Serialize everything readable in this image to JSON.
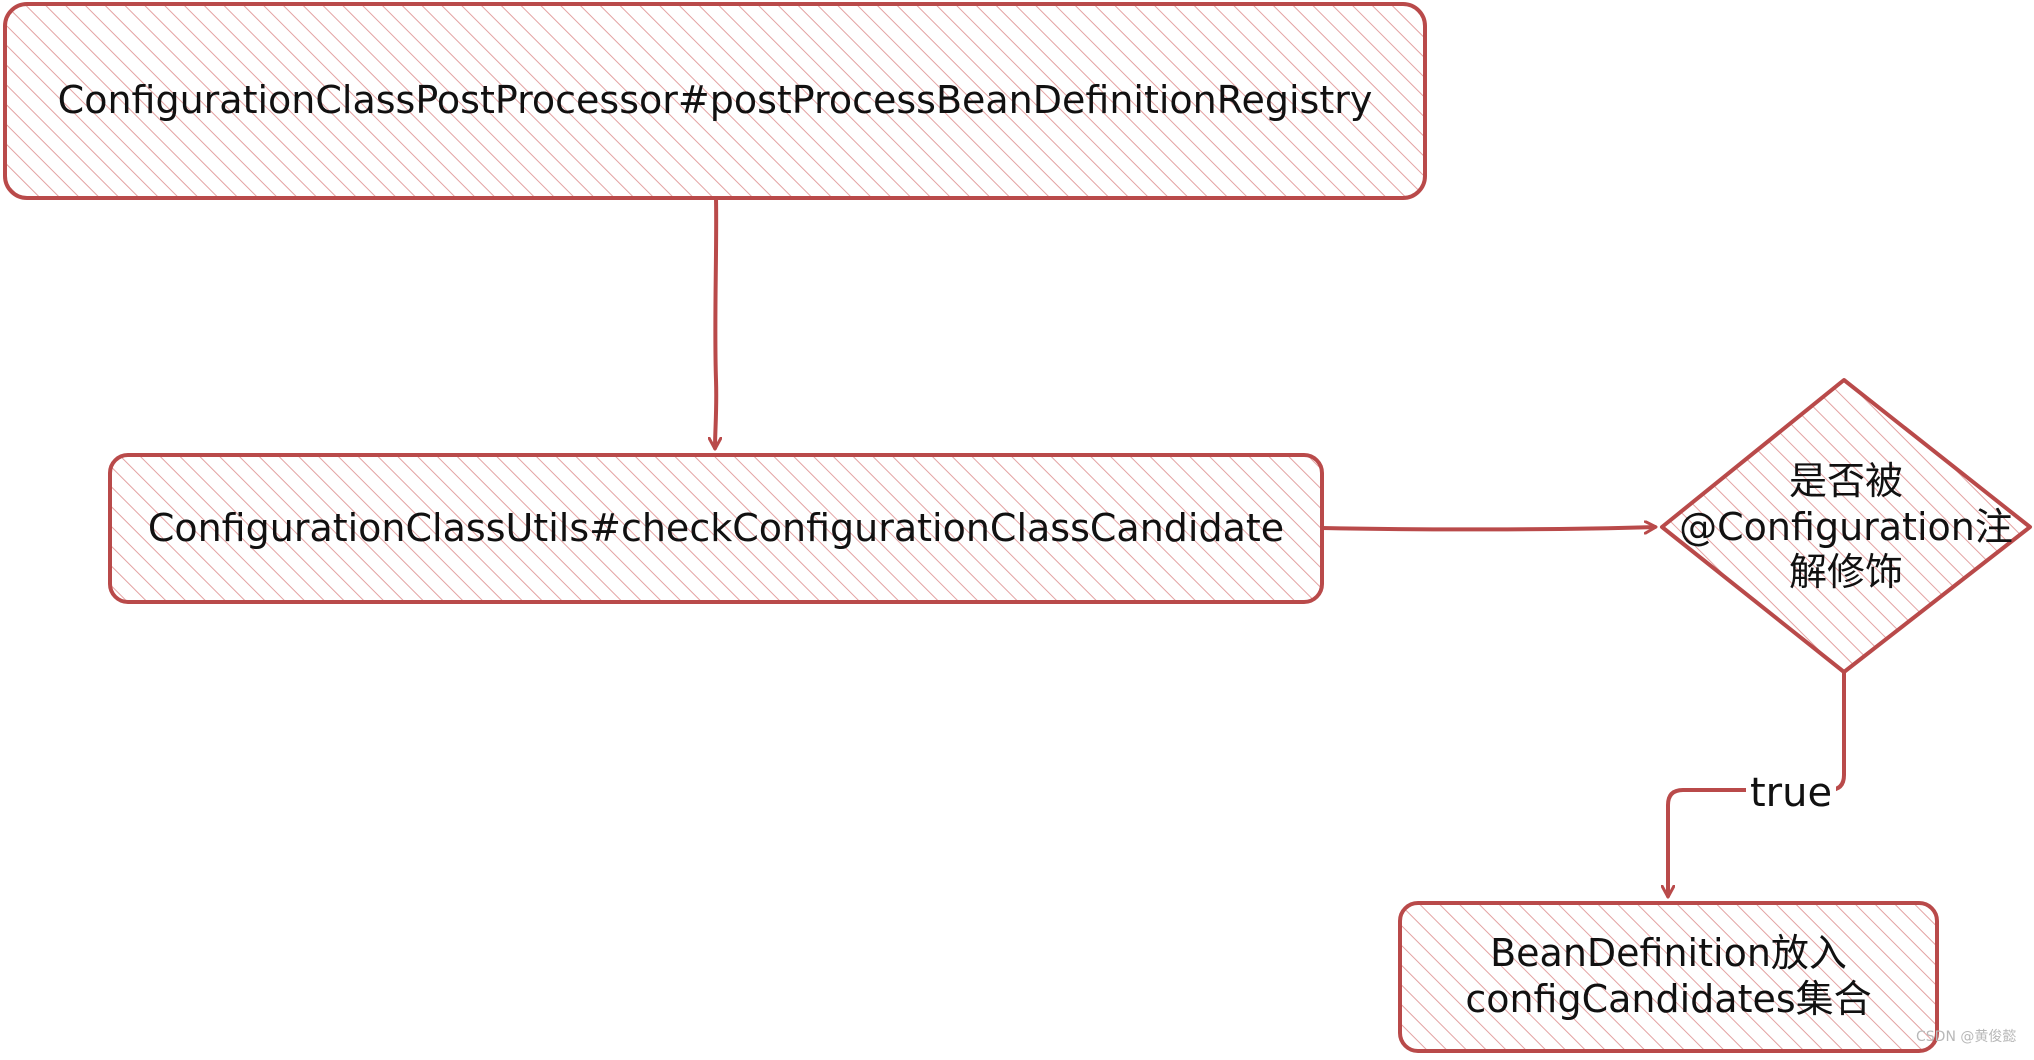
{
  "colors": {
    "stroke": "#b94a4a",
    "hatch": "#e3a2a2",
    "text": "#111111",
    "background": "#ffffff"
  },
  "nodes": {
    "registry": {
      "label": "ConfigurationClassPostProcessor#postProcessBeanDefinitionRegistry"
    },
    "check": {
      "label": "ConfigurationClassUtils#checkConfigurationClassCandidate"
    },
    "decision": {
      "line1": "是否被",
      "line2": "@Configuration注",
      "line3": "解修饰"
    },
    "candidates": {
      "line1": "BeanDefinition放入",
      "line2": "configCandidates集合"
    }
  },
  "edges": {
    "true_label": "true"
  },
  "watermark": "CSDN @黄俊懿"
}
